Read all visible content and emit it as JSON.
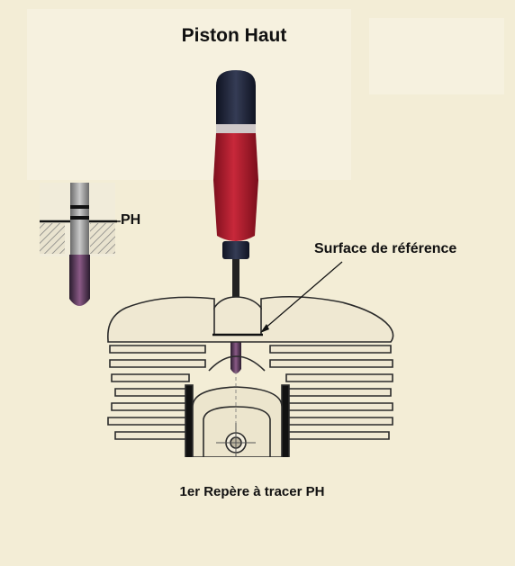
{
  "title": "Piston Haut",
  "inset": {
    "label": "PH"
  },
  "annotation": {
    "label": "Surface  de référence"
  },
  "caption": "1er Repère à tracer PH",
  "colors": {
    "background": "#f3edd6",
    "handle_red": "#b31a2c",
    "handle_navy": "#1e2336",
    "engine_line": "#2b2b2b",
    "engine_fill": "#efe8d2"
  }
}
